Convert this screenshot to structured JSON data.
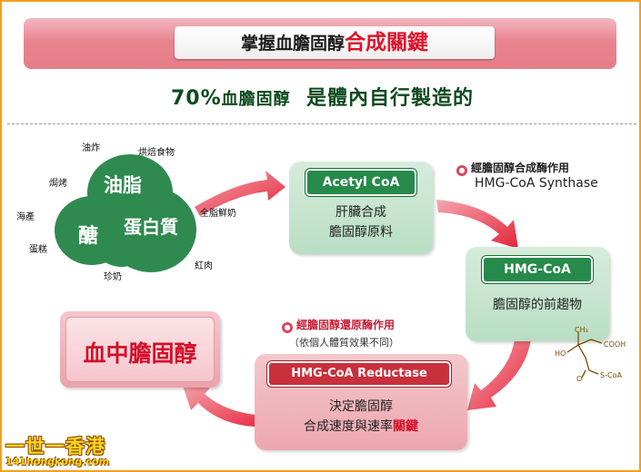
{
  "title": {
    "black": "掌握血膽固醇",
    "red": "合成關鍵"
  },
  "subtitle": {
    "percent": "70%",
    "part1": "血膽固醇",
    "part2": "是體內自行製造的"
  },
  "sources": {
    "big": [
      "油脂",
      "醣",
      "蛋白質"
    ],
    "foods": [
      "油炸",
      "烘焙食物",
      "焗烤",
      "海產",
      "蛋糕",
      "全脂鮮奶",
      "珍奶",
      "紅肉"
    ]
  },
  "step1": {
    "label": "Acetyl CoA",
    "lines": [
      "肝臟合成",
      "膽固醇原料"
    ]
  },
  "enzyme1": {
    "bullet": "⊙",
    "title": "經膽固醇合成酶作用",
    "name": "HMG-CoA Synthase"
  },
  "step2": {
    "label": "HMG-CoA",
    "lines": [
      "膽固醇的前趨物"
    ]
  },
  "molecule": {
    "groups": [
      "CH₃",
      "HO",
      "COOH",
      "S-CoA",
      "O"
    ]
  },
  "enzyme2": {
    "bullet": "⊙",
    "title": "經膽固醇還原酶作用",
    "note": "（依個人體質效果不同）"
  },
  "step3": {
    "label": "HMG-CoA Reductase",
    "line1": "決定膽固醇",
    "line2_black": "合成速度與速率",
    "line2_red": "關鍵"
  },
  "result": {
    "label": "血中膽固醇"
  },
  "watermark": {
    "name": "一世一香港",
    "site": "141hongkong.com"
  },
  "colors": {
    "green": "#2f8a50",
    "red": "#e0132b",
    "pink": "#e57d89",
    "dark_green": "#0c4a1d"
  }
}
